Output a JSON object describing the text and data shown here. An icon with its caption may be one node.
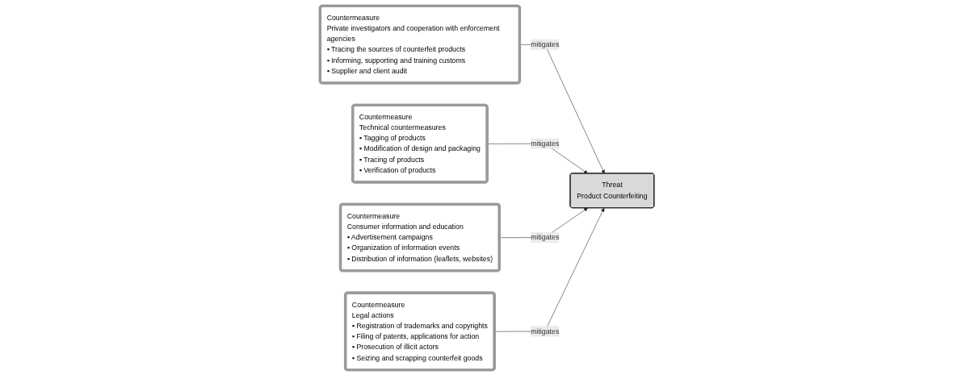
{
  "diagram": {
    "nodes": [
      {
        "text": [
          "Countermeasure",
          "Private investigators and cooperation with enforcement agencies",
          "▪ Tracing the sources of counterfeit products",
          "▪ Informing, supporting and training customs",
          "▪ Supplier and client audit"
        ]
      },
      {
        "text": [
          "Countermeasure",
          "Technical countermeasures",
          "▪ Tagging of products",
          "▪ Modification of design and packaging",
          "▪ Tracing of products",
          "▪ Verification of products"
        ]
      },
      {
        "text": [
          "Threat",
          "Product Counterfeiting"
        ]
      },
      {
        "text": [
          "Countermeasure",
          "Consumer information and education",
          "▪ Advertisement campaigns",
          "▪ Organization of information events",
          "▪ Distribution of information (leaflets, websites)"
        ]
      },
      {
        "text": [
          "Countermeasure",
          "Legal actions",
          "▪ Registration of trademarks and copyrights",
          "▪ Filing of patents, applications for action",
          "▪ Prosecution of illicit actors",
          "▪ Seizing and scrapping counterfeit goods"
        ]
      }
    ],
    "edges": [
      {
        "from": 0,
        "to": 2,
        "arrow": "to",
        "label": "mitigates"
      },
      {
        "from": 1,
        "to": 2,
        "arrow": "to",
        "label": "mitigates"
      },
      {
        "from": 3,
        "to": 2,
        "arrow": "to",
        "label": "mitigates"
      },
      {
        "from": 4,
        "to": 2,
        "arrow": "to",
        "label": "mitigates"
      }
    ]
  }
}
